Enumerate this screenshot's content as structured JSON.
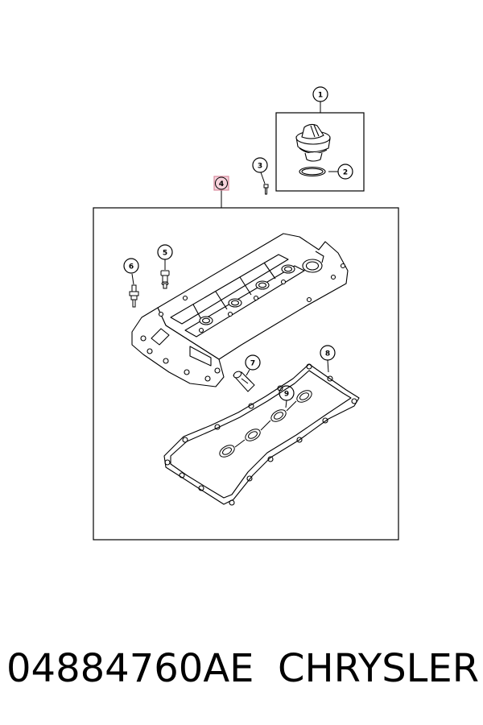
{
  "callouts": {
    "c1": "1",
    "c2": "2",
    "c3": "3",
    "c4": "4",
    "c5": "5",
    "c6": "6",
    "c7": "7",
    "c8": "8",
    "c9": "9"
  },
  "colors": {
    "line": "#000000",
    "highlight_fill": "#f6d3dc",
    "highlight_stroke": "#d98a9c",
    "background": "#ffffff"
  },
  "footer": {
    "part_number": "04884760AE",
    "brand": "CHRYSLER"
  }
}
